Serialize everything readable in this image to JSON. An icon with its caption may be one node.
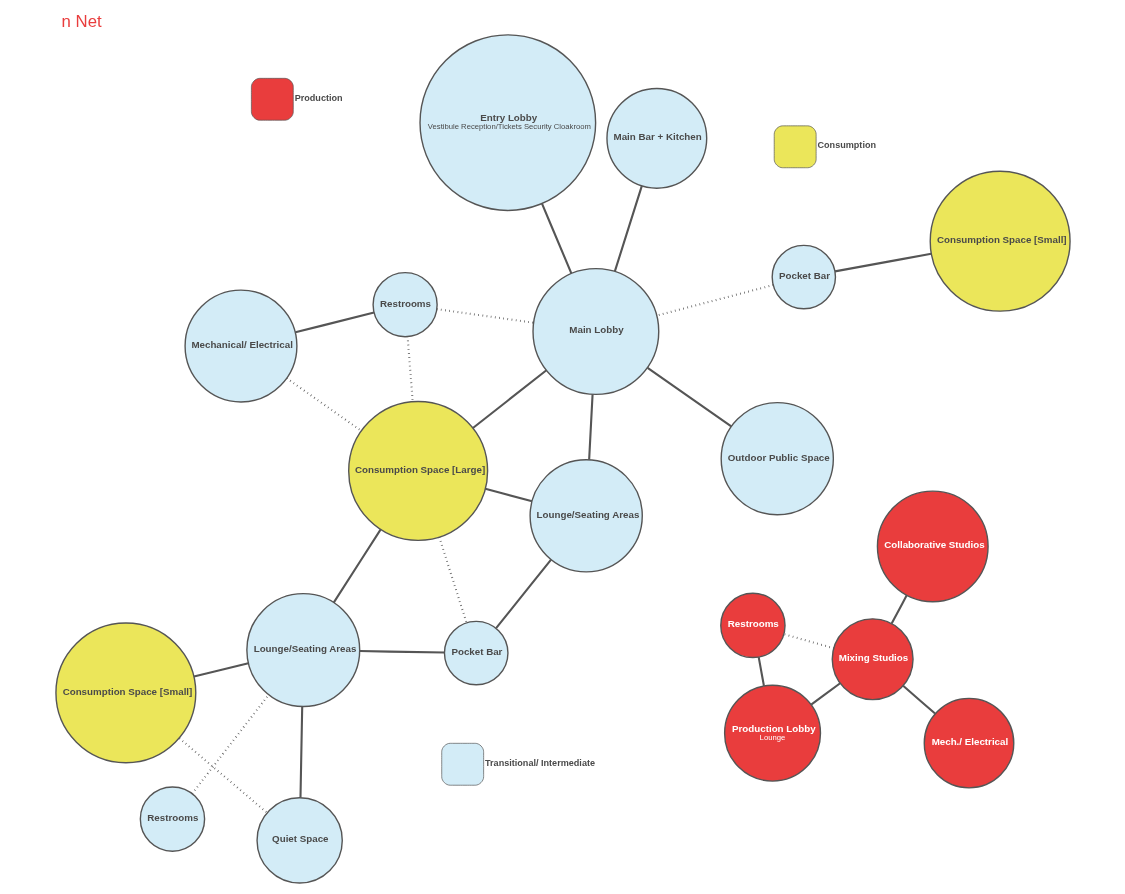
{
  "diagram": {
    "title": "n Net",
    "nodes": [
      {
        "text": [
          "Mechanical/ Electrical"
        ]
      },
      {
        "text": [
          "Consumption Space [Small]"
        ]
      },
      {
        "text": [
          "Restrooms"
        ]
      },
      {
        "text": [
          "Restrooms"
        ]
      },
      {
        "text": [
          "Consumption Space [Large]"
        ]
      },
      {
        "text": [
          "Lounge/Seating Areas"
        ]
      },
      {
        "text": [
          "Consumption Space [Small]"
        ]
      },
      {
        "text": [
          "Pocket Bar"
        ]
      },
      {
        "text": [
          "Pocket Bar"
        ]
      },
      {
        "text": [
          "Outdoor Public Space"
        ]
      },
      {
        "text": [
          "Main Lobby"
        ]
      },
      {
        "text": [
          "Lounge/Seating Areas"
        ]
      },
      {
        "text": [
          "Quiet Space"
        ]
      },
      {
        "text": [
          "Mixing Studios"
        ]
      },
      {
        "text": [
          "Mech./ Electrical"
        ]
      },
      {
        "text": [
          "Main Bar + Kitchen"
        ]
      },
      {
        "text": [
          "Entry Lobby",
          "Vestibule Reception/Tickets Security Cloakroom"
        ]
      },
      {
        "text": [
          "Production Lobby",
          "Lounge"
        ]
      },
      {
        "text": [
          "Restrooms"
        ]
      },
      {
        "text": [
          "Collaborative Studios"
        ]
      }
    ],
    "edges": [
      {
        "from": 0,
        "to": 3,
        "arrow": "none"
      },
      {
        "from": 0,
        "to": 4,
        "arrow": "none",
        "style": "dashed"
      },
      {
        "from": 1,
        "to": 7,
        "arrow": "none"
      },
      {
        "from": 2,
        "to": 5,
        "arrow": "none",
        "style": "dashed"
      },
      {
        "from": 3,
        "to": 4,
        "arrow": "none",
        "style": "dashed"
      },
      {
        "from": 3,
        "to": 10,
        "arrow": "none",
        "style": "dashed"
      },
      {
        "from": 4,
        "to": 5,
        "arrow": "none"
      },
      {
        "from": 4,
        "to": 10,
        "arrow": "none"
      },
      {
        "from": 4,
        "to": 11,
        "arrow": "none"
      },
      {
        "from": 4,
        "to": 8,
        "arrow": "none",
        "style": "dashed"
      },
      {
        "from": 5,
        "to": 6,
        "arrow": "none"
      },
      {
        "from": 5,
        "to": 8,
        "arrow": "none"
      },
      {
        "from": 5,
        "to": 12,
        "arrow": "none"
      },
      {
        "from": 6,
        "to": 12,
        "arrow": "none",
        "style": "dashed"
      },
      {
        "from": 7,
        "to": 10,
        "arrow": "none",
        "style": "dashed"
      },
      {
        "from": 9,
        "to": 10,
        "arrow": "none"
      },
      {
        "from": 10,
        "to": 11,
        "arrow": "none"
      },
      {
        "from": 10,
        "to": 15,
        "arrow": "none"
      },
      {
        "from": 10,
        "to": 16,
        "arrow": "none"
      },
      {
        "from": 8,
        "to": 11,
        "arrow": "none"
      },
      {
        "from": 13,
        "to": 14,
        "arrow": "none"
      },
      {
        "from": 13,
        "to": 17,
        "arrow": "none"
      },
      {
        "from": 13,
        "to": 18,
        "arrow": "none",
        "style": "dashed"
      },
      {
        "from": 13,
        "to": 19,
        "arrow": "none"
      },
      {
        "from": 17,
        "to": 18,
        "arrow": "none"
      }
    ],
    "legend": [
      {
        "text": "Consumption",
        "color": "#ebe65a"
      },
      {
        "text": "Transitional/ Intermediate",
        "color": "#d3ecf7"
      },
      {
        "text": "Production",
        "color": "#e93d3d"
      }
    ]
  }
}
